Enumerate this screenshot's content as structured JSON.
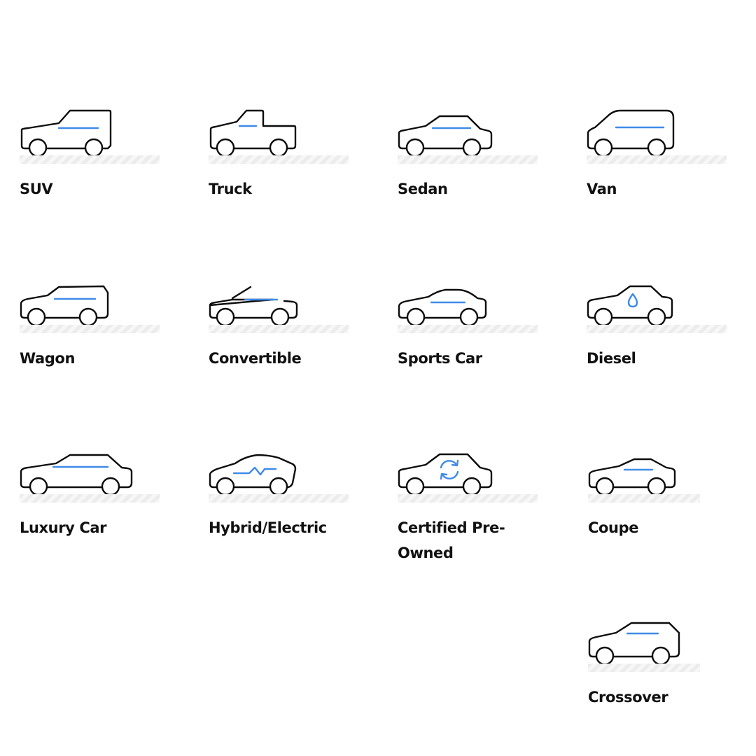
{
  "colors": {
    "accent": "#3f8be8",
    "outline": "#0c0c0c",
    "label": "#111111"
  },
  "vehicle_types": [
    {
      "label": "SUV",
      "icon": "suv-icon"
    },
    {
      "label": "Truck",
      "icon": "truck-icon"
    },
    {
      "label": "Sedan",
      "icon": "sedan-icon"
    },
    {
      "label": "Van",
      "icon": "van-icon"
    },
    {
      "label": "Wagon",
      "icon": "wagon-icon"
    },
    {
      "label": "Convertible",
      "icon": "convertible-icon"
    },
    {
      "label": "Sports Car",
      "icon": "sports-car-icon"
    },
    {
      "label": "Diesel",
      "icon": "diesel-icon"
    },
    {
      "label": "Luxury Car",
      "icon": "luxury-car-icon"
    },
    {
      "label": "Hybrid/Electric",
      "icon": "hybrid-electric-icon"
    },
    {
      "label": "Certified Pre-Owned",
      "icon": "certified-pre-owned-icon"
    },
    {
      "label": "Coupe",
      "icon": "coupe-icon"
    },
    {
      "label": "Crossover",
      "icon": "crossover-icon"
    }
  ]
}
